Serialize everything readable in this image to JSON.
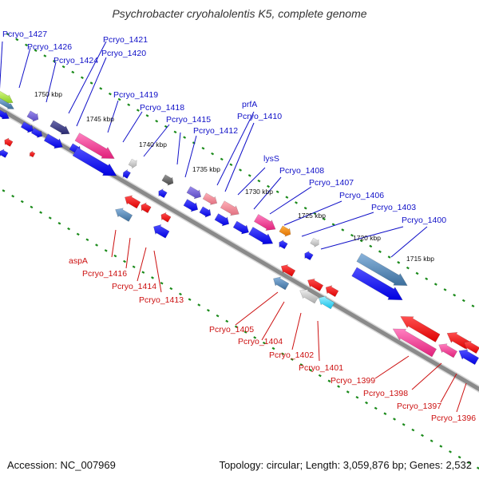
{
  "title": "Psychrobacter cryohalolentis K5, complete genome",
  "accession": "Accession: NC_007969",
  "summary": "Topology: circular; Length: 3,059,876 bp; Genes: 2,532",
  "colors": {
    "backbone": "#8a8a8a",
    "tick": "#1a8a1a",
    "forward_label": "#1010c8",
    "reverse_label": "#cc1010",
    "forward_arrow": "#0a0aee",
    "reverse_arrow": "#ee1010"
  },
  "scale_labels": [
    "1750 kbp",
    "1745 kbp",
    "1740 kbp",
    "1735 kbp",
    "1730 kbp",
    "1725 kbp",
    "1720 kbp",
    "1715 kbp"
  ],
  "forward_genes": [
    "Pcryo_1427",
    "Pcryo_1426",
    "Pcryo_1424",
    "Pcryo_1421",
    "Pcryo_1420",
    "Pcryo_1419",
    "Pcryo_1418",
    "Pcryo_1415",
    "Pcryo_1412",
    "prfA",
    "Pcryo_1410",
    "lysS",
    "Pcryo_1408",
    "Pcryo_1407",
    "Pcryo_1406",
    "Pcryo_1403",
    "Pcryo_1400"
  ],
  "reverse_genes": [
    "aspA",
    "Pcryo_1416",
    "Pcryo_1414",
    "Pcryo_1413",
    "Pcryo_1405",
    "Pcryo_1404",
    "Pcryo_1402",
    "Pcryo_1401",
    "Pcryo_1399",
    "Pcryo_1398",
    "Pcryo_1397",
    "Pcryo_1396"
  ]
}
